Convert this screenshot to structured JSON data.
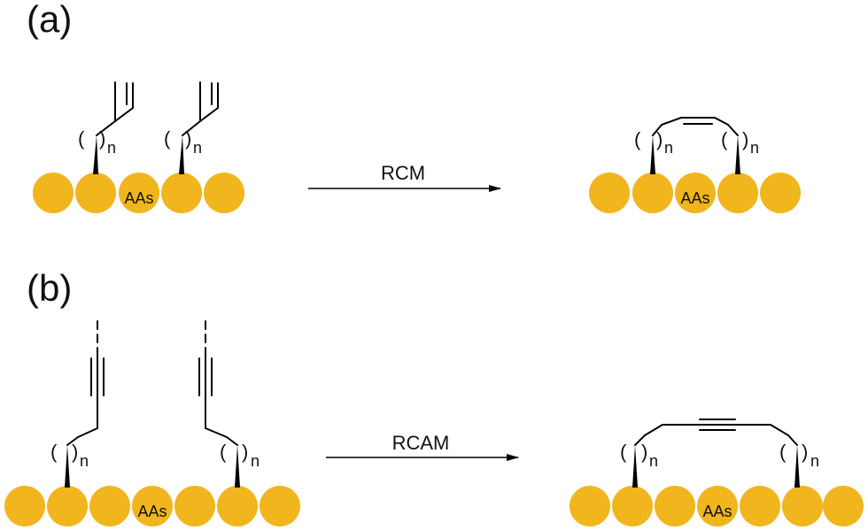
{
  "panels": {
    "a": {
      "label": "(a)",
      "reaction": "RCM",
      "residue_label": "AAs",
      "repeat_subscript": "n",
      "paren_open": "(",
      "paren_close": ")"
    },
    "b": {
      "label": "(b)",
      "reaction": "RCAM",
      "residue_label": "AAs",
      "repeat_subscript": "n",
      "paren_open": "(",
      "paren_close": ")"
    }
  },
  "colors": {
    "bead": "#F1B51D",
    "ink": "#000000"
  }
}
